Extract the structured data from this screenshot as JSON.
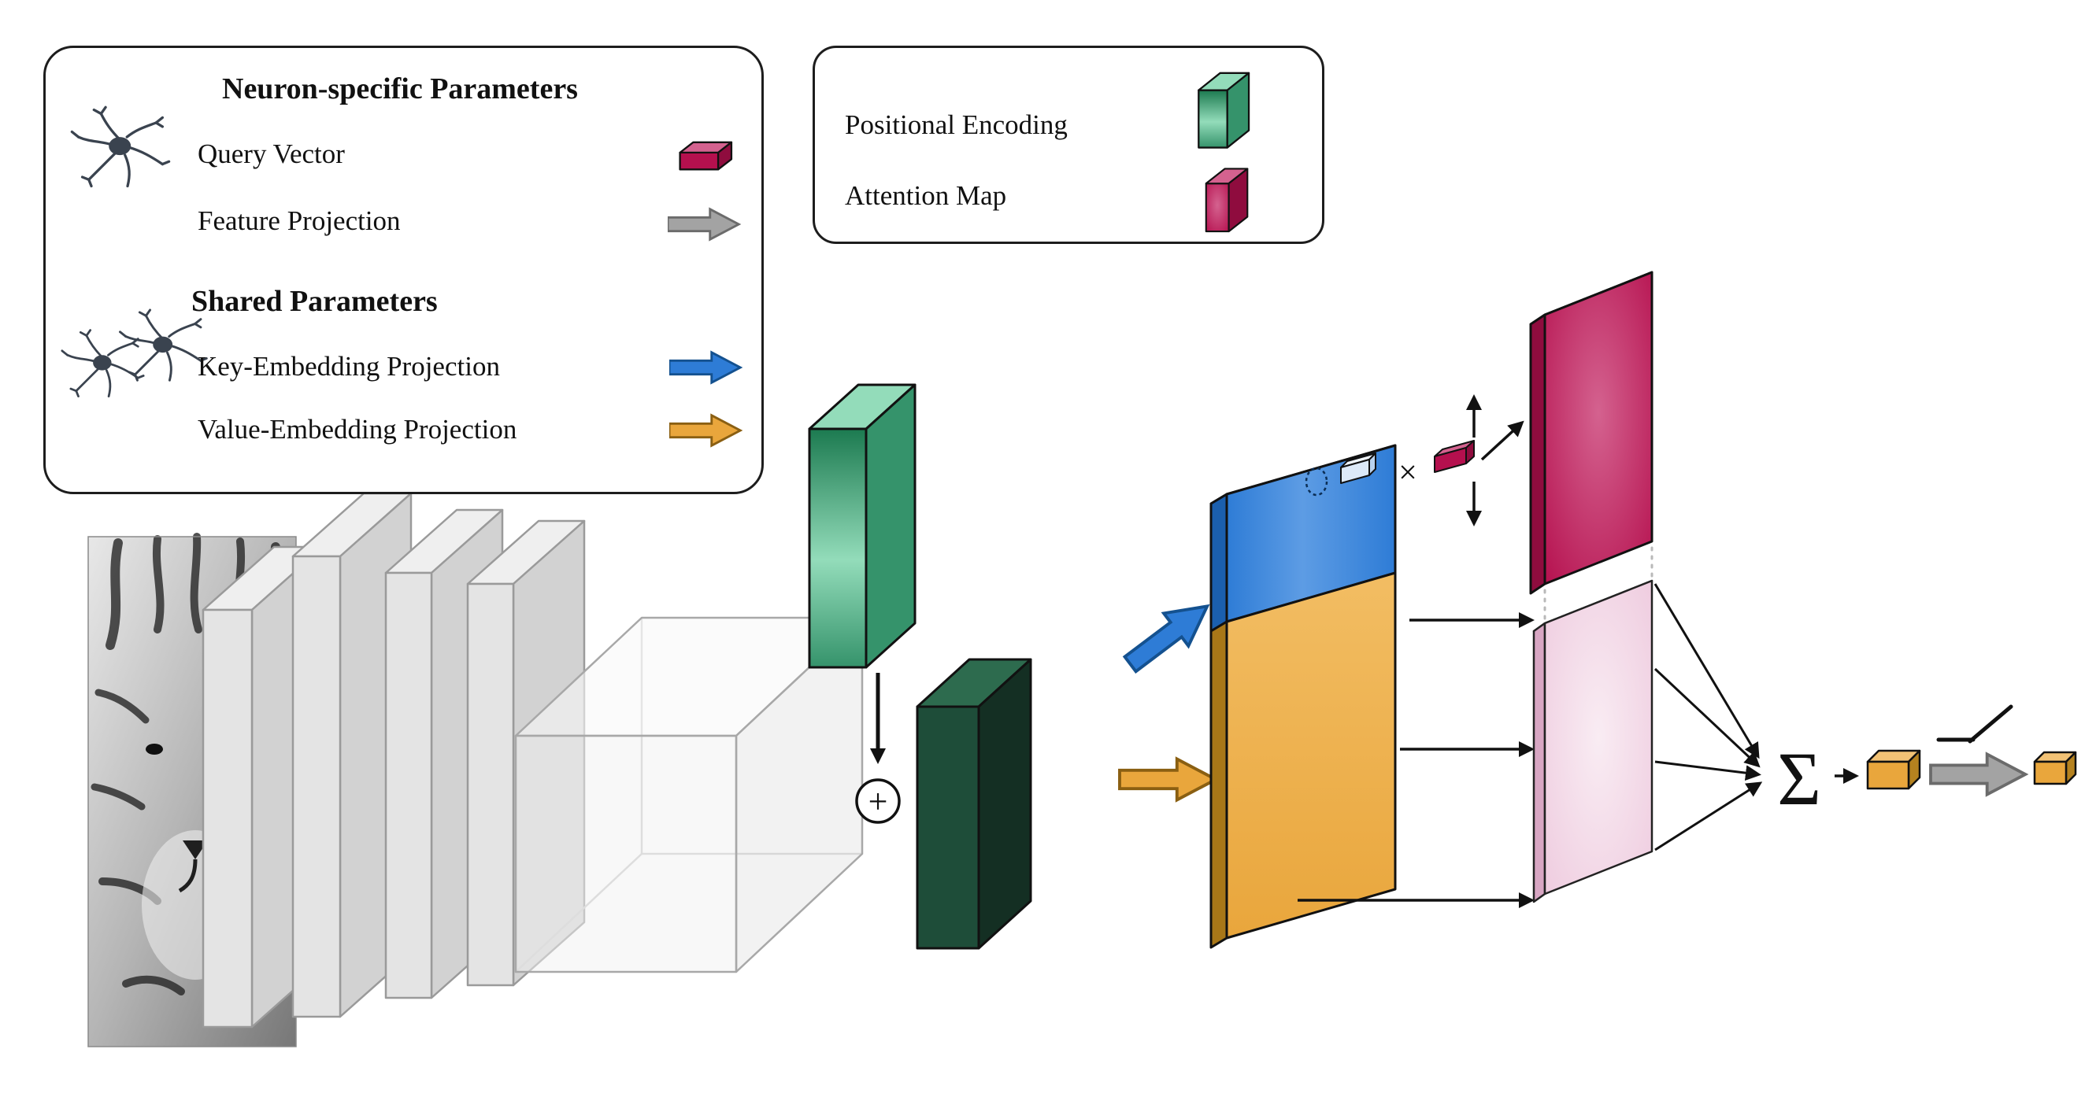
{
  "legend_params": {
    "title": "Neuron-specific Parameters",
    "row_query": "Query Vector",
    "row_feature": "Feature Projection",
    "shared_title": "Shared Parameters",
    "row_key": "Key-Embedding Projection",
    "row_value": "Value-Embedding Projection"
  },
  "legend_maps": {
    "row_positional": "Positional Encoding",
    "row_attention": "Attention Map"
  },
  "symbols": {
    "plus": "+",
    "sum": "Σ",
    "times": "×"
  },
  "colors": {
    "green": "#35936b",
    "green_dark": "#1c7a50",
    "green_light": "#93dcba",
    "forest_green": "#1e4d39",
    "blue": "#2e7cd6",
    "blue_light": "#5d9ce4",
    "blue_dark": "#1b5fae",
    "orange": "#e9a63c",
    "orange_light": "#f2bd63",
    "orange_dark": "#a87718",
    "crimson": "#b5104e",
    "crimson_light": "#d4628f",
    "crimson_dark": "#8f0c3e",
    "pink": "#eecade",
    "pink_light": "#f9ecf3",
    "gray_arrow": "#a3a3a3",
    "layer_gray": "#e4e4e4"
  },
  "icons": {
    "neuron": "neuron-sketch",
    "shared_neurons": "two-neuron-sketch",
    "query_vector": "crimson-3d-box",
    "feature_projection": "gray-fat-arrow",
    "key_projection": "blue-fat-arrow",
    "value_projection": "orange-fat-arrow",
    "positional_encoding": "green-3d-slab",
    "attention_map": "crimson-3d-slab",
    "activation": "switch-line",
    "sum": "sigma",
    "add": "circled-plus",
    "multiply": "times-sign"
  }
}
